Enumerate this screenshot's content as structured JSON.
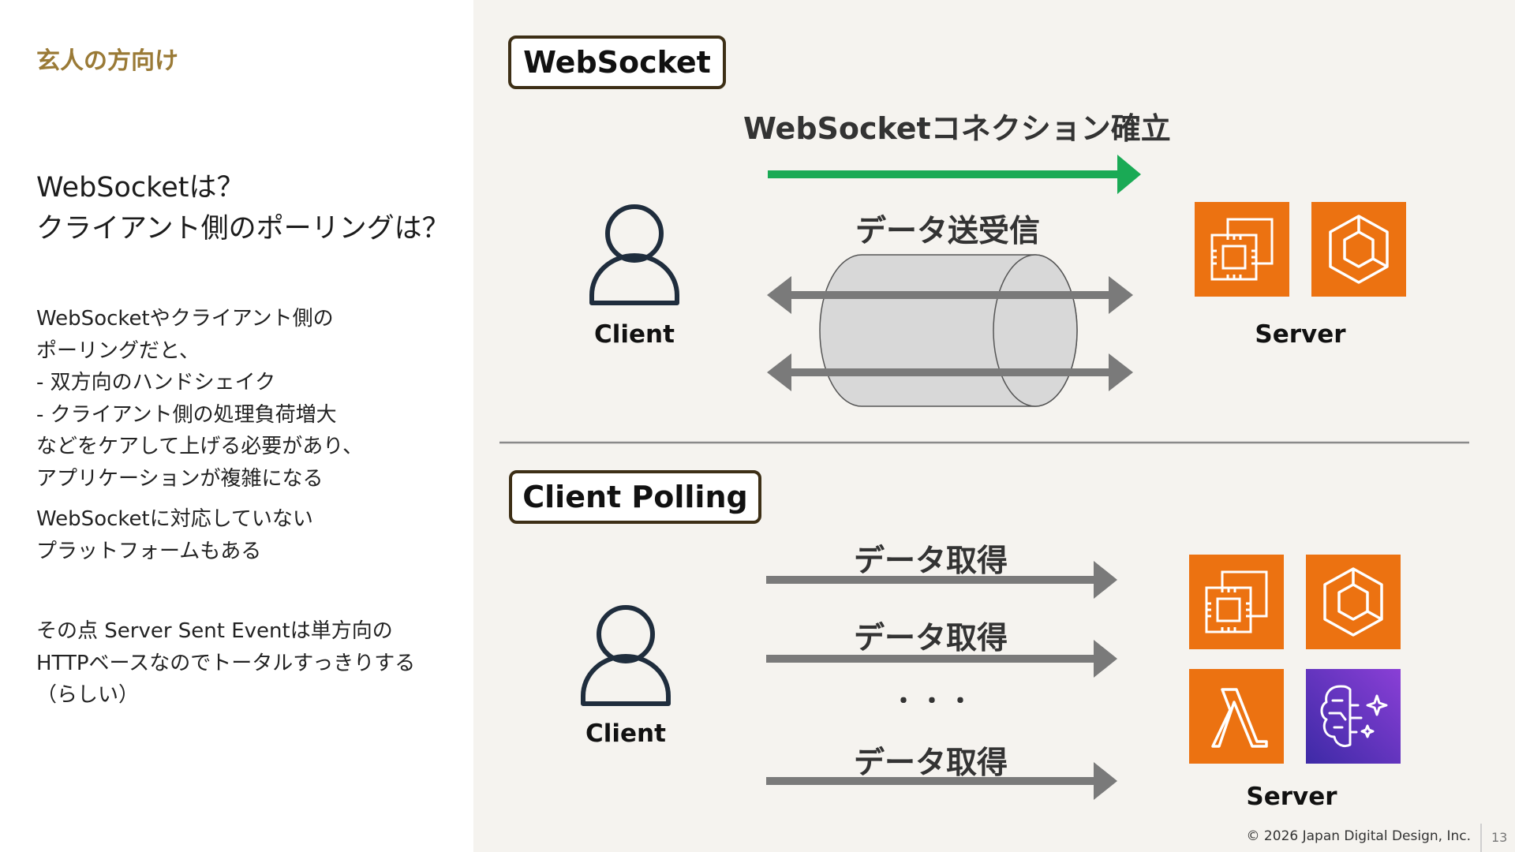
{
  "left": {
    "eyebrow": "玄人の方向け",
    "question": [
      "WebSocketは？",
      "クライアント側のポーリングは？"
    ],
    "para1": [
      "WebSocketやクライアント側の",
      "ポーリングだと、",
      " - 双方向のハンドシェイク",
      " - クライアント側の処理負荷増大",
      "などをケアして上げる必要があり、",
      "アプリケーションが複雑になる"
    ],
    "para2": [
      "WebSocketに対応していない",
      "プラットフォームもある"
    ],
    "para3": [
      "その点 Server Sent Eventは単方向の",
      "HTTPベースなのでトータルすっきりする",
      "（らしい）"
    ]
  },
  "websocket": {
    "title": "WebSocket",
    "connect_label": "WebSocketコネクション確立",
    "data_label": "データ送受信",
    "client_label": "Client",
    "server_label": "Server"
  },
  "polling": {
    "title": "Client Polling",
    "fetch_labels": [
      "データ取得",
      "データ取得",
      "データ取得"
    ],
    "ellipsis": "・・・",
    "client_label": "Client",
    "server_label": "Server"
  },
  "icons": {
    "ws_server": [
      "ec2-icon",
      "ecs-icon"
    ],
    "poll_server": [
      "ec2-icon",
      "ecs-icon",
      "lambda-icon",
      "bedrock-icon"
    ]
  },
  "colors": {
    "accent_gold": "#9a7a36",
    "connect_arrow": "#1aaa55",
    "gray_arrow": "#7a7a7a",
    "aws_orange": "#ec7211",
    "aws_purple": "#5b33b8"
  },
  "footer": {
    "copyright": "© 2026 Japan Digital Design, Inc.",
    "page": "13"
  }
}
